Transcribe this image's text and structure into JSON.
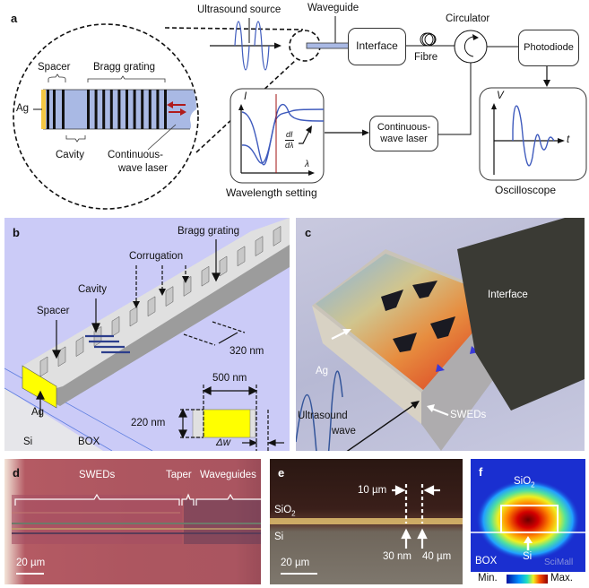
{
  "panel_a": {
    "letter": "a",
    "ultrasound_source": "Ultrasound source",
    "waveguide": "Waveguide",
    "interface": "Interface",
    "fibre": "Fibre",
    "circulator": "Circulator",
    "photodiode": "Photodiode",
    "cw_laser_line1": "Continuous-",
    "cw_laser_line2": "wave laser",
    "wavelength_setting": "Wavelength setting",
    "oscilloscope": "Oscilloscope",
    "axis_I": "I",
    "axis_lambda": "λ",
    "derivative_num": "dI",
    "derivative_den": "dλ",
    "axis_V": "V",
    "axis_t": "t",
    "inset": {
      "spacer": "Spacer",
      "bragg_grating": "Bragg grating",
      "ag": "Ag",
      "cavity": "Cavity",
      "cw_line1": "Continuous-",
      "cw_line2": "wave laser"
    },
    "colors": {
      "waveguide_fill": "#a9b9e4",
      "ag": "#f5c842",
      "laser_arrow": "#b01b1b",
      "curve": "#3f5bbd",
      "marker": "#a01010"
    }
  },
  "panel_b": {
    "letter": "b",
    "bragg_grating": "Bragg grating",
    "corrugation": "Corrugation",
    "cavity": "Cavity",
    "spacer": "Spacer",
    "period": "320 nm",
    "width": "500 nm",
    "height": "220 nm",
    "delta_w": "Δw",
    "ag": "Ag",
    "si": "Si",
    "box": "BOX",
    "colors": {
      "background": "#cbcbf7",
      "ag": "#ffff00"
    }
  },
  "panel_c": {
    "letter": "c",
    "interface": "Interface",
    "ag": "Ag",
    "sweds": "SWEDs",
    "ultrasound_line1": "Ultrasound",
    "ultrasound_line2": "wave"
  },
  "panel_d": {
    "letter": "d",
    "sweds": "SWEDs",
    "taper": "Taper",
    "waveguides": "Waveguides",
    "scale": "20 µm"
  },
  "panel_e": {
    "letter": "e",
    "sio2": "SiO",
    "sio2_sub": "2",
    "si": "Si",
    "gap_10": "10 µm",
    "gap_30": "30 nm",
    "gap_40": "40 µm",
    "scale": "20 µm"
  },
  "panel_f": {
    "letter": "f",
    "sio2": "SiO",
    "sio2_sub": "2",
    "si": "Si",
    "box": "BOX",
    "min": "Min.",
    "max": "Max.",
    "watermark": "SciMall"
  }
}
